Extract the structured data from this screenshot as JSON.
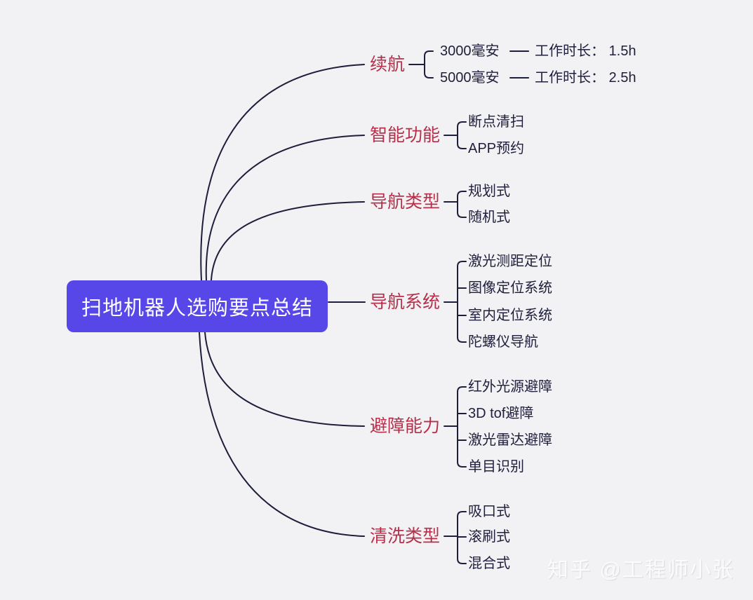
{
  "root": {
    "label": "扫地机器人选购要点总结"
  },
  "branches": [
    {
      "label": "续航",
      "children": [
        {
          "text": "3000毫安",
          "sub": "工作时长： 1.5h"
        },
        {
          "text": "5000毫安",
          "sub": "工作时长： 2.5h"
        }
      ]
    },
    {
      "label": "智能功能",
      "children": [
        {
          "text": "断点清扫"
        },
        {
          "text": "APP预约"
        }
      ]
    },
    {
      "label": "导航类型",
      "children": [
        {
          "text": "规划式"
        },
        {
          "text": "随机式"
        }
      ]
    },
    {
      "label": "导航系统",
      "children": [
        {
          "text": "激光测距定位"
        },
        {
          "text": "图像定位系统"
        },
        {
          "text": "室内定位系统"
        },
        {
          "text": "陀螺仪导航"
        }
      ]
    },
    {
      "label": "避障能力",
      "children": [
        {
          "text": "红外光源避障"
        },
        {
          "text": "3D tof避障"
        },
        {
          "text": "激光雷达避障"
        },
        {
          "text": "单目识别"
        }
      ]
    },
    {
      "label": "清洗类型",
      "children": [
        {
          "text": "吸口式"
        },
        {
          "text": "滚刷式"
        },
        {
          "text": "混合式"
        }
      ]
    }
  ],
  "watermark": "知乎 @工程师小张",
  "colors": {
    "background": "#f2f2f4",
    "node_bg": "#5747e9",
    "node_text": "#ffffff",
    "branch_label": "#b5304a",
    "line": "#1d1d3c",
    "child_text": "#20203e",
    "watermark": "#fbfbfb"
  }
}
